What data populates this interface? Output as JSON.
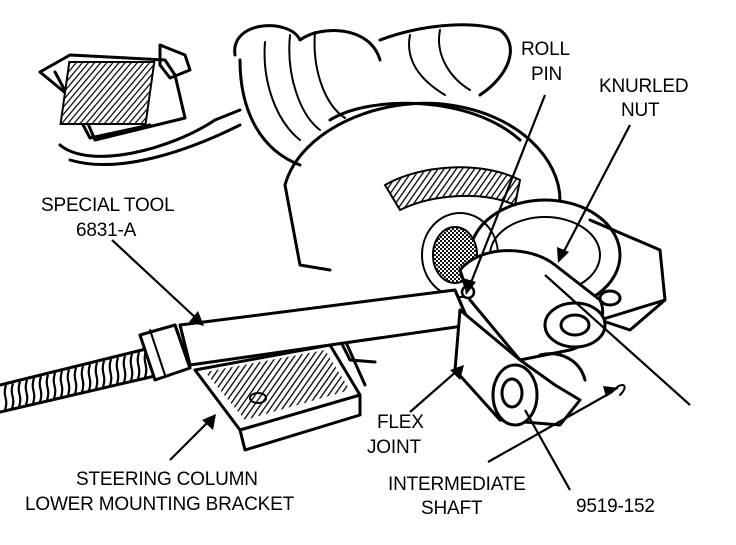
{
  "labels": {
    "roll_pin_line1": "ROLL",
    "roll_pin_line2": "PIN",
    "knurled_nut_line1": "KNURLED",
    "knurled_nut_line2": "NUT",
    "special_tool_line1": "SPECIAL TOOL",
    "special_tool_line2": "6831-A",
    "flex_joint_line1": "FLEX",
    "flex_joint_line2": "JOINT",
    "bracket_line1": "STEERING COLUMN",
    "bracket_line2": "LOWER MOUNTING BRACKET",
    "intermediate_shaft_line1": "INTERMEDIATE",
    "intermediate_shaft_line2": "SHAFT",
    "figure_number": "9519-152"
  }
}
